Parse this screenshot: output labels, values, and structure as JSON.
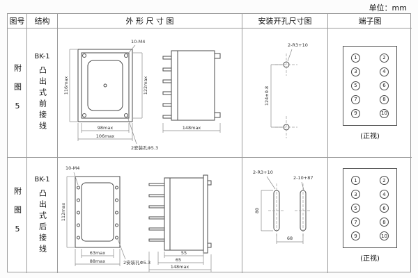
{
  "unit_label": "单位：mm",
  "headers": {
    "fig": "图号",
    "structure": "结构",
    "outline": "外 形 尺 寸 图",
    "install": "安装开孔尺寸图",
    "terminal": "端子图"
  },
  "rows": [
    {
      "fig": "附图5",
      "model": "BK-1",
      "mount": "凸出式前接线",
      "outline": {
        "m4": "10-M4",
        "h_left": "116max",
        "h_right": "122max",
        "w_inner": "98max",
        "w_outer": "106max",
        "holes": "2安装孔Φ5.3",
        "depth": "148max"
      },
      "install": {
        "slot": "2-R3+10",
        "height": "124±0.8"
      },
      "terminal": {
        "left": [
          "1",
          "3",
          "5",
          "7",
          "9"
        ],
        "right": [
          "2",
          "4",
          "6",
          "8",
          "10"
        ],
        "caption": "(正视)"
      }
    },
    {
      "fig": "附图5",
      "model": "BK-1",
      "mount": "凸出式后接线",
      "outline": {
        "m4": "10-M4",
        "h_left": "112max",
        "w_inner": "63max",
        "w_outer": "88max",
        "holes": "2安装孔Φ5.3",
        "d1": "55",
        "d2": "65",
        "depth": "148max"
      },
      "install": {
        "slot": "2-R3+10",
        "slot2": "2-10+87",
        "height": "80",
        "width": "68"
      },
      "terminal": {
        "left": [
          "1",
          "3",
          "5",
          "7",
          "9"
        ],
        "right": [
          "2",
          "4",
          "6",
          "8",
          "10"
        ],
        "caption": "(正视)"
      }
    }
  ]
}
